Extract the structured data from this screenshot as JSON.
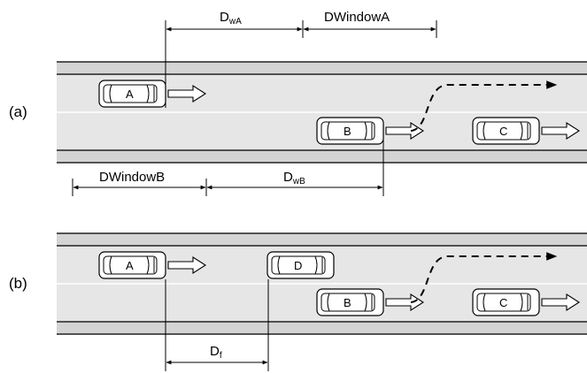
{
  "panels": {
    "a": {
      "label": "(a)"
    },
    "b": {
      "label": "(b)"
    }
  },
  "cars": {
    "a_A": "A",
    "a_B": "B",
    "a_C": "C",
    "b_A": "A",
    "b_D": "D",
    "b_B": "B",
    "b_C": "C"
  },
  "dims": {
    "dwA": {
      "main": "D",
      "sub": "wA"
    },
    "dwindowA": "DWindowA",
    "dwindowB": "DWindowB",
    "dwB": {
      "main": "D",
      "sub": "wB"
    },
    "df": {
      "main": "D",
      "sub": "f"
    }
  },
  "colors": {
    "road": "#e6e6e6",
    "road_edge": "#d4d4d4",
    "road_border": "#222222",
    "arrow_fill": "#ffffff",
    "dashed_path": "#000000"
  }
}
